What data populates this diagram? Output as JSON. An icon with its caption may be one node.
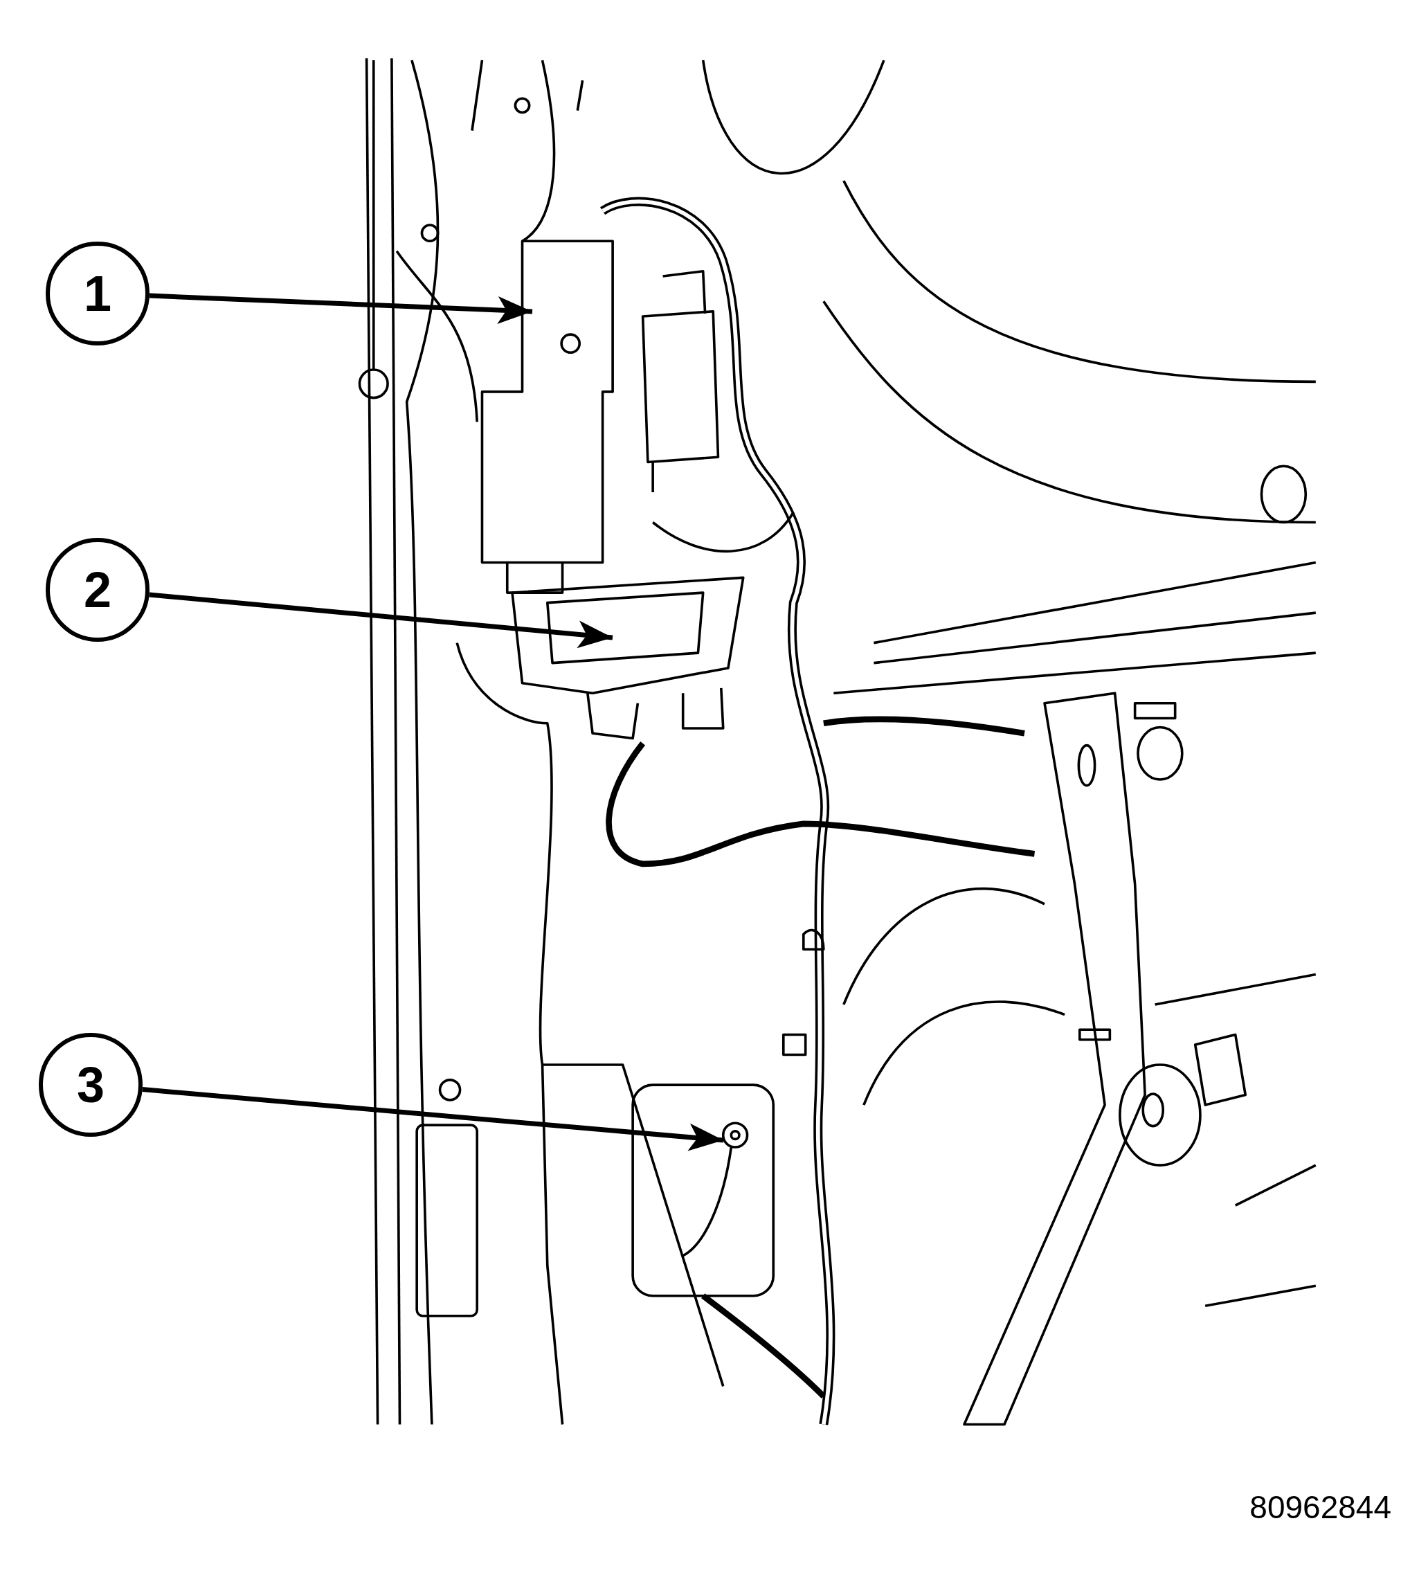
{
  "diagram": {
    "nodes": [
      {
        "text": [
          "1"
        ]
      },
      {
        "text": [
          "2"
        ]
      },
      {
        "text": [
          "3"
        ]
      }
    ],
    "edges": [
      {
        "from": 0,
        "to": null,
        "arrow": "to"
      },
      {
        "from": 1,
        "to": null,
        "arrow": "to"
      },
      {
        "from": 2,
        "to": null,
        "arrow": "to"
      }
    ],
    "labels": [
      "80962844"
    ]
  }
}
